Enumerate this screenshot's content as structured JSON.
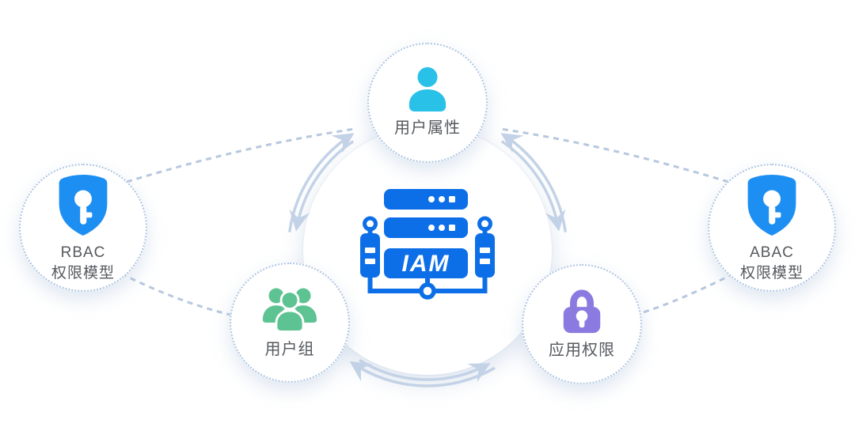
{
  "center": {
    "label": "IAM"
  },
  "nodes": {
    "user_attribute": {
      "label": "用户属性"
    },
    "user_group": {
      "label": "用户组"
    },
    "app_permission": {
      "label": "应用权限"
    },
    "rbac": {
      "line1": "RBAC",
      "line2": "权限模型"
    },
    "abac": {
      "line1": "ABAC",
      "line2": "权限模型"
    }
  },
  "icons": {
    "center": "server-iam-icon",
    "user_attribute": "person-icon",
    "user_group": "users-group-icon",
    "app_permission": "lock-icon",
    "rbac": "shield-key-icon",
    "abac": "shield-key-icon"
  },
  "colors": {
    "iam_blue": "#0d6fe8",
    "shield_blue": "#1e8ff2",
    "person_cyan": "#29c1e8",
    "group_green": "#5ec392",
    "lock_purple": "#8b7ae0",
    "label_gray": "#55595e",
    "arrow_gray": "#c3d2e6",
    "dash_gray": "#b7c8de",
    "circle_border": "#aec6e2",
    "bg": "#ffffff"
  }
}
